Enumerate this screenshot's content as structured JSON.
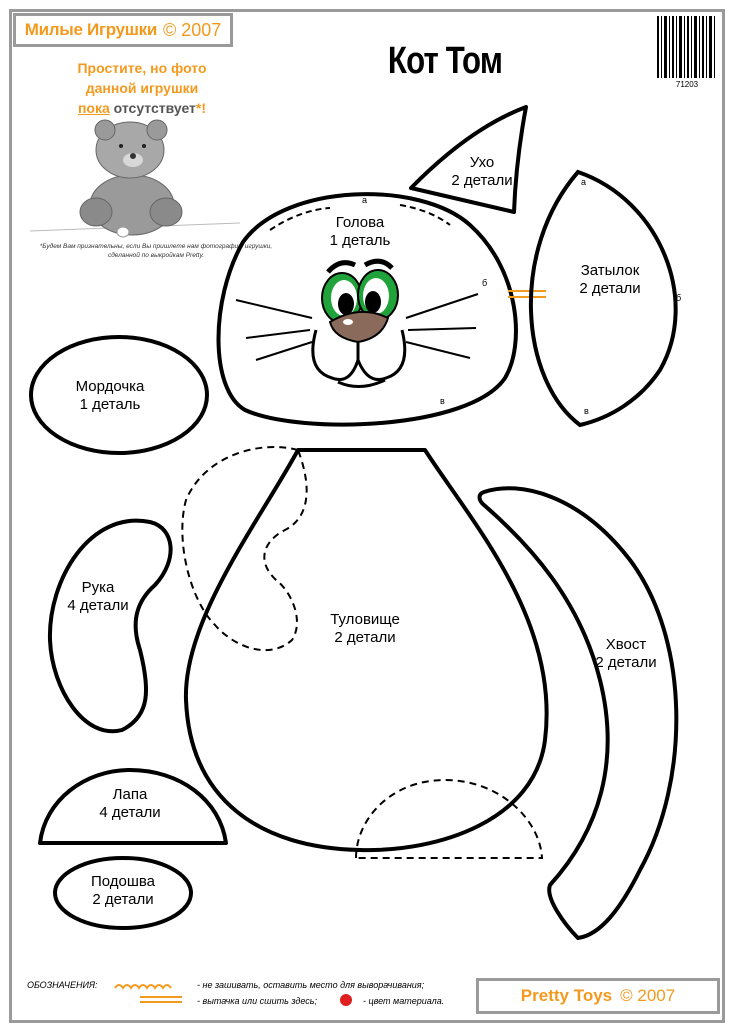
{
  "header": {
    "brand_name": "Милые Игрушки",
    "brand_copyright": "© 2007",
    "title": "Кот Том",
    "barcode_number": "71203"
  },
  "notice": {
    "line1": "Простите, но фото",
    "line2": "данной игрушки",
    "line3_underlined": "пока",
    "line3_rest": " отсутствует",
    "star": "*!"
  },
  "footnote": {
    "line1": "*Будем Вам признательны, если Вы пришлете нам фотографию игрушки,",
    "line2": "сделанной по выкройкам Pretty."
  },
  "pieces": {
    "ear": {
      "name": "Ухо",
      "count": "2 детали"
    },
    "head": {
      "name": "Голова",
      "count": "1 деталь"
    },
    "back_head": {
      "name": "Затылок",
      "count": "2 детали"
    },
    "muzzle": {
      "name": "Мордочка",
      "count": "1 деталь"
    },
    "arm": {
      "name": "Рука",
      "count": "4 детали"
    },
    "body": {
      "name": "Туловище",
      "count": "2 детали"
    },
    "tail": {
      "name": "Хвост",
      "count": "2 детали"
    },
    "paw": {
      "name": "Лапа",
      "count": "4 детали"
    },
    "sole": {
      "name": "Подошва",
      "count": "2  детали"
    }
  },
  "marks": {
    "a": "а",
    "b": "б",
    "v": "в"
  },
  "legend": {
    "title": "ОБОЗНАЧЕНИЯ:",
    "item1": "- не зашивать, оставить место  для выворачивания;",
    "item2": "- вытачка или сшить здесь;",
    "item3": "- цвет материала."
  },
  "footer": {
    "brand": "Pretty Toys",
    "copyright": "© 2007"
  },
  "colors": {
    "accent": "#f39a1e",
    "frame": "#9a9a9a",
    "eye_green": "#1fa33a",
    "nose_brown": "#8a6a5a",
    "material_dot": "#e02020"
  },
  "icons": {
    "teddy_bear": "teddy-bear-illustration",
    "barcode": "barcode-icon",
    "material_dot": "red-dot-icon"
  }
}
